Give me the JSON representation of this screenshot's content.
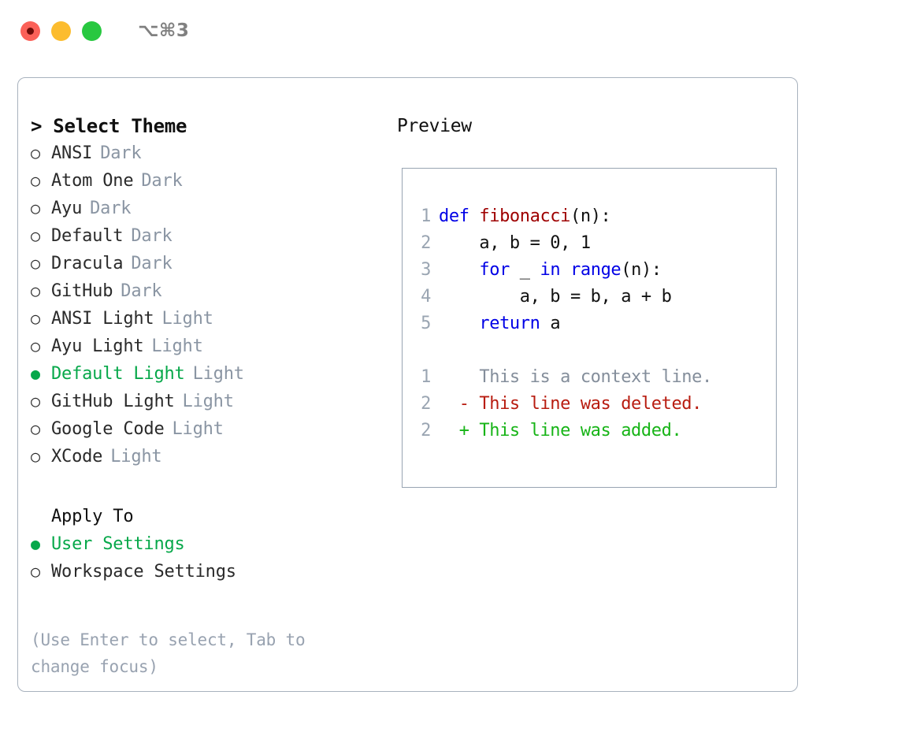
{
  "titlebar": {
    "lights": [
      {
        "name": "close-button",
        "color": "#fb6158"
      },
      {
        "name": "minimize-button",
        "color": "#fcbc2e"
      },
      {
        "name": "maximize-button",
        "color": "#28c840"
      }
    ],
    "shortcut": "⌥⌘3"
  },
  "theme_picker": {
    "header": "> Select Theme",
    "marker_selected": "●",
    "marker_unselected": "○",
    "items": [
      {
        "label": "ANSI",
        "suffix": "Dark",
        "selected": false
      },
      {
        "label": "Atom One",
        "suffix": "Dark",
        "selected": false
      },
      {
        "label": "Ayu",
        "suffix": "Dark",
        "selected": false
      },
      {
        "label": "Default",
        "suffix": "Dark",
        "selected": false
      },
      {
        "label": "Dracula",
        "suffix": "Dark",
        "selected": false
      },
      {
        "label": "GitHub",
        "suffix": "Dark",
        "selected": false
      },
      {
        "label": "ANSI Light",
        "suffix": "Light",
        "selected": false
      },
      {
        "label": "Ayu Light",
        "suffix": "Light",
        "selected": false
      },
      {
        "label": "Default Light",
        "suffix": "Light",
        "selected": true
      },
      {
        "label": "GitHub Light",
        "suffix": "Light",
        "selected": false
      },
      {
        "label": "Google Code",
        "suffix": "Light",
        "selected": false
      },
      {
        "label": "XCode",
        "suffix": "Light",
        "selected": false
      }
    ]
  },
  "apply_to": {
    "header": "Apply To",
    "items": [
      {
        "label": "User Settings",
        "selected": true
      },
      {
        "label": "Workspace Settings",
        "selected": false
      }
    ]
  },
  "hint": "(Use Enter to select, Tab to change focus)",
  "preview": {
    "title": "Preview",
    "code_lines": [
      {
        "ln": "1",
        "tokens": [
          {
            "t": "def ",
            "k": "kw"
          },
          {
            "t": "fibonacci",
            "k": "fn"
          },
          {
            "t": "(n):",
            "k": "plain"
          }
        ]
      },
      {
        "ln": "2",
        "tokens": [
          {
            "t": "    a, b = 0, 1",
            "k": "plain"
          }
        ]
      },
      {
        "ln": "3",
        "tokens": [
          {
            "t": "    ",
            "k": "plain"
          },
          {
            "t": "for",
            "k": "kw"
          },
          {
            "t": " _ ",
            "k": "plain"
          },
          {
            "t": "in",
            "k": "kw"
          },
          {
            "t": " ",
            "k": "plain"
          },
          {
            "t": "range",
            "k": "bi"
          },
          {
            "t": "(n):",
            "k": "plain"
          }
        ]
      },
      {
        "ln": "4",
        "tokens": [
          {
            "t": "        a, b = b, a + b",
            "k": "plain"
          }
        ]
      },
      {
        "ln": "5",
        "tokens": [
          {
            "t": "    ",
            "k": "plain"
          },
          {
            "t": "return",
            "k": "kw"
          },
          {
            "t": " a",
            "k": "plain"
          }
        ]
      }
    ],
    "diff_lines": [
      {
        "ln": "1",
        "marker": "  ",
        "text": "This is a context line.",
        "kind": "ctx"
      },
      {
        "ln": "2",
        "marker": "- ",
        "text": "This line was deleted.",
        "kind": "del"
      },
      {
        "ln": "2",
        "marker": "+ ",
        "text": "This line was added.",
        "kind": "add"
      }
    ]
  },
  "colors": {
    "accent_green": "#07a84a",
    "muted": "#8a95a3",
    "border": "#a8b2be",
    "keyword": "#0000e6",
    "function": "#9e0000",
    "diff_add": "#17b417",
    "diff_del": "#b81c10"
  }
}
